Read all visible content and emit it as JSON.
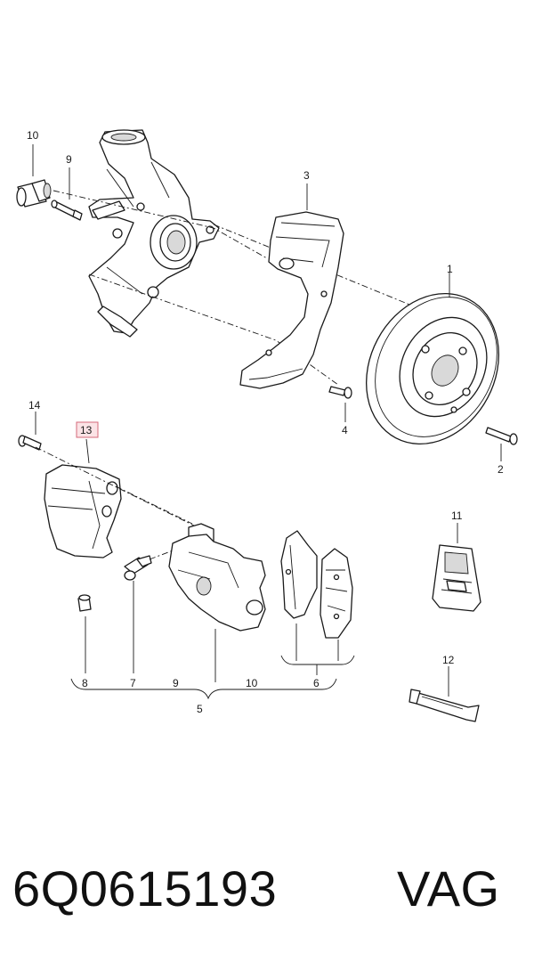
{
  "callouts": {
    "c1": "1",
    "c2": "2",
    "c3": "3",
    "c4": "4",
    "c5": "5",
    "c6": "6",
    "c7": "7",
    "c8": "8",
    "c9": "9",
    "c10": "10",
    "c11": "11",
    "c12": "12",
    "c13": "13",
    "c14": "14",
    "b9": "9",
    "b10": "10"
  },
  "highlight_color": "#fbe3e6",
  "footer": {
    "part_number": "6Q0615193",
    "brand": "VAG"
  }
}
